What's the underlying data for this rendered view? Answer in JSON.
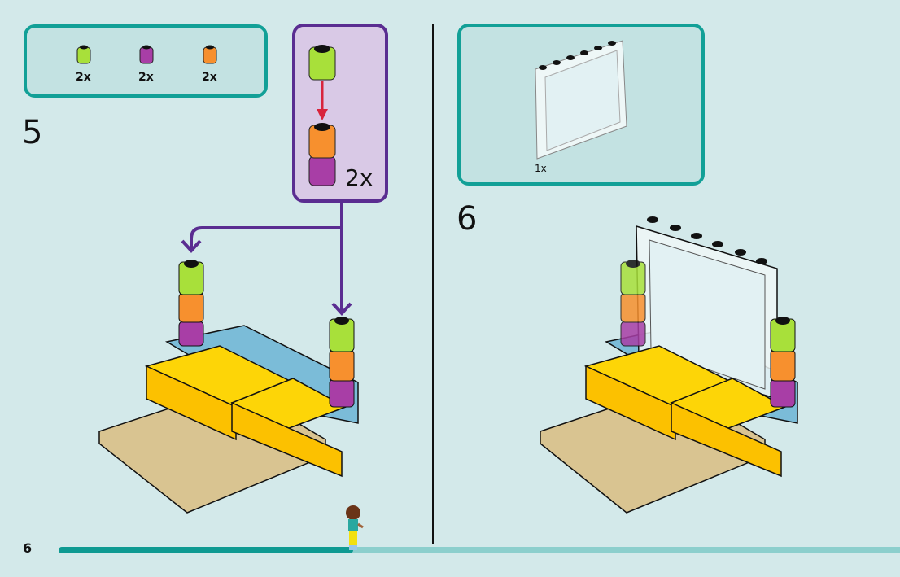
{
  "page": {
    "number": "6",
    "progress_fraction": 0.35
  },
  "colors": {
    "teal": "#12a097",
    "purple": "#5a2d91",
    "lime": "#a8e03a",
    "magenta": "#a83ea6",
    "orange": "#f7902e",
    "yellow": "#fdd507",
    "tan": "#d9c491",
    "blue": "#7bbcd8",
    "arrow_red": "#d8243c"
  },
  "step5": {
    "number": "5",
    "parts": [
      {
        "name": "lime-round-brick",
        "color": "lime",
        "qty": "2x"
      },
      {
        "name": "magenta-round-brick",
        "color": "magenta",
        "qty": "2x"
      },
      {
        "name": "orange-round-brick",
        "color": "orange",
        "qty": "2x"
      }
    ],
    "subassembly": {
      "qty": "2x"
    }
  },
  "step6": {
    "number": "6",
    "parts": [
      {
        "name": "transparent-panel",
        "qty": "1x"
      }
    ]
  }
}
